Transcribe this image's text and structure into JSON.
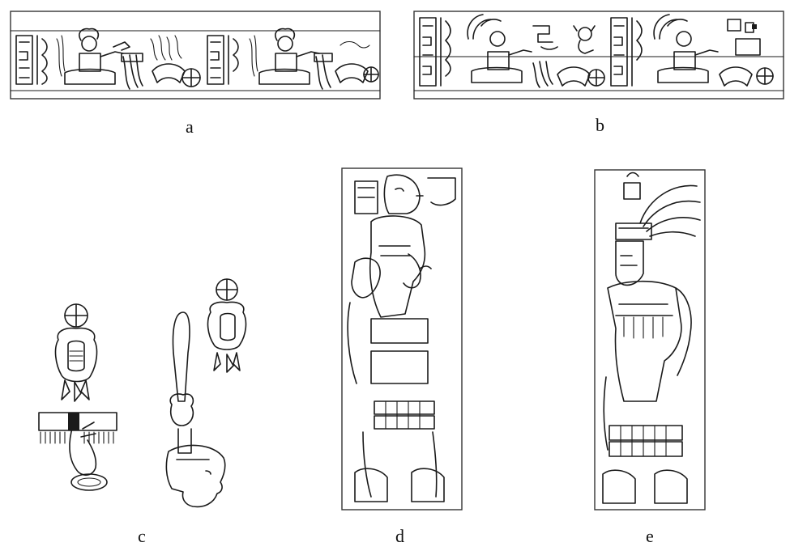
{
  "figure": {
    "panels": [
      {
        "id": "a",
        "label": "a",
        "subject": "frieze-seated-figures"
      },
      {
        "id": "b",
        "label": "b",
        "subject": "frieze-seated-figures-with-headdress"
      },
      {
        "id": "c",
        "label": "c",
        "subject": "hand-held-emblems-and-club"
      },
      {
        "id": "d",
        "label": "d",
        "subject": "standing-figure-stela"
      },
      {
        "id": "e",
        "label": "e",
        "subject": "standing-figure-with-feather-headdress"
      }
    ]
  },
  "colors": {
    "ink": "#1a1a1a",
    "paper": "#ffffff"
  }
}
